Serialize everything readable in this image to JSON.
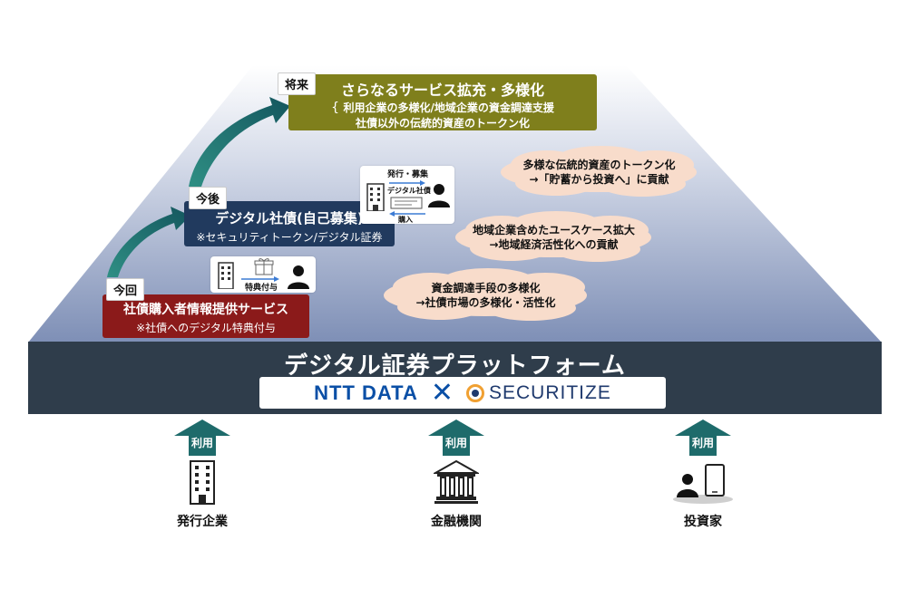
{
  "stages": {
    "now": {
      "tag": "今回",
      "title": "社債購入者情報提供サービス",
      "subtitle": "※社債へのデジタル特典付与",
      "card_label": "特典付与"
    },
    "next": {
      "tag": "今後",
      "title": "デジタル社債(自己募集)",
      "subtitle": "※セキュリティトークン/デジタル証券",
      "card_top_label": "発行・募集",
      "card_doc_label": "デジタル社債",
      "card_bottom_label": "購入"
    },
    "future": {
      "tag": "将来",
      "title": "さらなるサービス拡充・多様化",
      "line1": "利用企業の多様化/地域企業の資金調達支援",
      "line2": "社債以外の伝統的資産のトークン化"
    }
  },
  "clouds": [
    {
      "line1": "多様な伝統的資産のトークン化",
      "line2": "→「貯蓄から投資へ」に貢献"
    },
    {
      "line1": "地域企業含めたユースケース拡大",
      "line2": "→地域経済活性化への貢献"
    },
    {
      "line1": "資金調達手段の多様化",
      "line2": "→社債市場の多様化・活性化"
    }
  ],
  "platform": {
    "title": "デジタル証券プラットフォーム",
    "logo_left": "NTT DATA",
    "logo_sep": "✕",
    "logo_right": "SECURITIZE"
  },
  "users": [
    {
      "arrow_label": "利用",
      "name": "発行企業",
      "icon": "building-icon"
    },
    {
      "arrow_label": "利用",
      "name": "金融機関",
      "icon": "bank-icon"
    },
    {
      "arrow_label": "利用",
      "name": "投資家",
      "icon": "investor-icon"
    }
  ],
  "colors": {
    "platform": "#2f3d4b",
    "now": "#8b1a1a",
    "next": "#213a5e",
    "future": "#7f7f1c",
    "arrow": "#1e6b6b",
    "cloud": "#f8dccb"
  }
}
